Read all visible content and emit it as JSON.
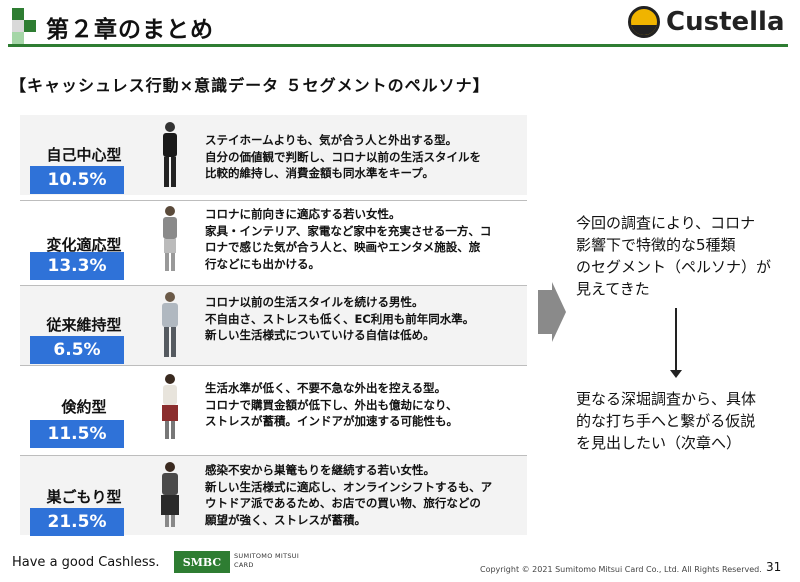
{
  "header": {
    "title": "第２章のまとめ",
    "logo_text": "Custella",
    "accent_color": "#2e7d32",
    "logo_color": "#f0b400"
  },
  "subtitle": "【キャッシュレス行動×意識データ ５セグメントのペルソナ】",
  "segments": [
    {
      "name": "自己中心型",
      "percent": "10.5%",
      "description": "ステイホームよりも、気が合う人と外出する型。\n自分の価値観で判断し、コロナ以前の生活スタイルを\n比較的維持し、消費金額も同水準をキープ。"
    },
    {
      "name": "変化適応型",
      "percent": "13.3%",
      "description": "コロナに前向きに適応する若い女性。\n家具・インテリア、家電など家中を充実させる一方、コ\nロナで感じた気が合う人と、映画やエンタメ施設、旅\n行などにも出かける。"
    },
    {
      "name": "従来維持型",
      "percent": "6.5%",
      "description": "コロナ以前の生活スタイルを続ける男性。\n不自由さ、ストレスも低く、EC利用も前年同水準。\n新しい生活様式についていける自信は低め。"
    },
    {
      "name": "倹約型",
      "percent": "11.5%",
      "description": "生活水準が低く、不要不急な外出を控える型。\nコロナで購買金額が低下し、外出も億劫になり、\nストレスが蓄積。インドアが加速する可能性も。"
    },
    {
      "name": "巣ごもり型",
      "percent": "21.5%",
      "description": "感染不安から巣篭もりを継続する若い女性。\n新しい生活様式に適応し、オンラインシフトするも、ア\nウトドア派であるため、お店での買い物、旅行などの\n願望が強く、ストレスが蓄積。"
    }
  ],
  "conclusion": {
    "top_text": "今回の調査により、コロナ\n影響下で特徴的な5種類\nのセグメント（ペルソナ）が\n見えてきた",
    "bottom_text": "更なる深堀調査から、具体\n的な打ち手へと繋がる仮説\nを見出したい（次章へ）"
  },
  "footer": {
    "tagline": "Have a good Cashless.",
    "smbc_logo": "SMBC",
    "smbc_card_text": "SUMITOMO MITSUI\nCARD",
    "copyright": "Copyright © 2021 Sumitomo Mitsui Card Co., Ltd. All Rights Reserved.",
    "page_number": "31"
  },
  "colors": {
    "percent_box": "#2f72d8",
    "row_background": "#f3f3f3"
  }
}
